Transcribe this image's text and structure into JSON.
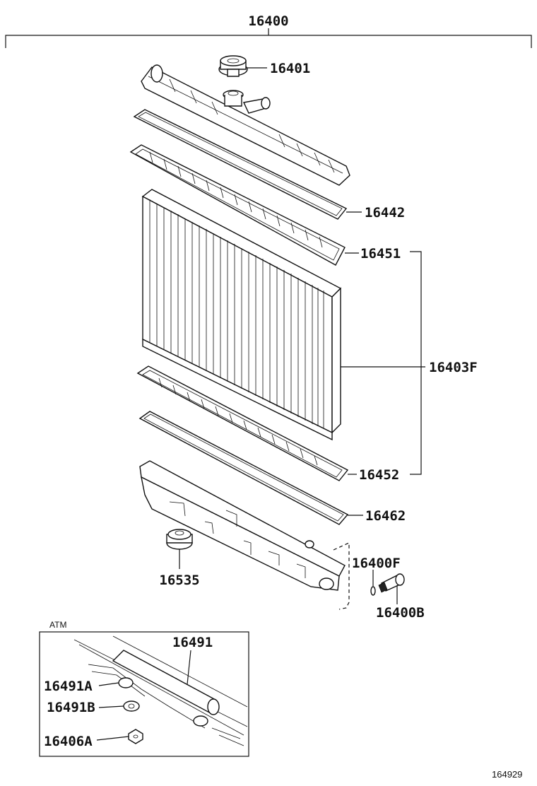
{
  "labels": {
    "assembly": "16400",
    "cap": "16401",
    "upper_gasket": "16442",
    "upper_tank_packing": "16451",
    "core": "16403F",
    "lower_tank_packing": "16452",
    "lower_gasket": "16462",
    "drain_oring": "16400F",
    "drain_cock": "16400B",
    "filler_cap_lower": "16535",
    "inset_hose": "16491",
    "inset_clip_a": "16491A",
    "inset_washer_b": "16491B",
    "inset_nut": "16406A"
  },
  "inset_title": "ATM",
  "figure_ref": "164929"
}
